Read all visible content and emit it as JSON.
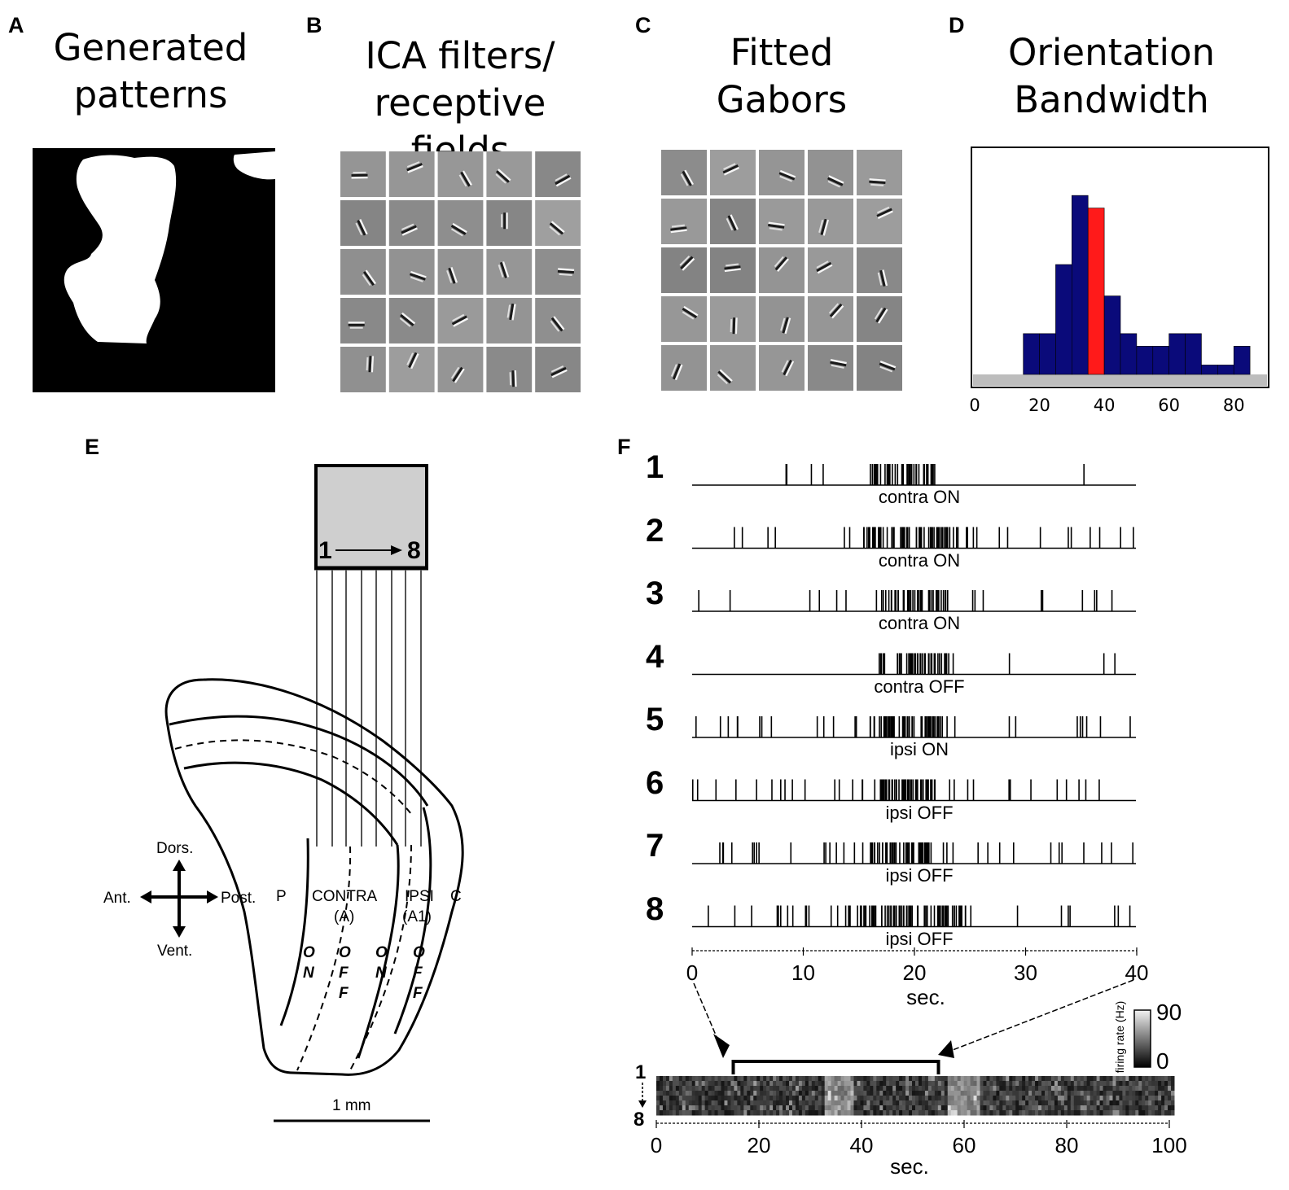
{
  "panels": {
    "A": {
      "label": "A",
      "title_lines": [
        "Generated",
        "patterns"
      ]
    },
    "B": {
      "label": "B",
      "title_lines": [
        "ICA filters/",
        "receptive fields"
      ]
    },
    "C": {
      "label": "C",
      "title_lines": [
        "Fitted",
        "Gabors"
      ]
    },
    "D": {
      "label": "D",
      "title_lines": [
        "Orientation",
        "Bandwidth"
      ]
    },
    "E": {
      "label": "E"
    },
    "F": {
      "label": "F"
    }
  },
  "chart_data": {
    "type": "bar",
    "bins_x": [
      17.5,
      22.5,
      27.5,
      32.5,
      37.5,
      42.5,
      47.5,
      52.5,
      57.5,
      62.5,
      67.5,
      72.5,
      77.5,
      82.5
    ],
    "values": [
      6.5,
      6.5,
      17.5,
      28.5,
      26.5,
      12.5,
      6.5,
      4.5,
      4.5,
      6.5,
      6.5,
      1.5,
      1.5,
      4.5
    ],
    "highlight_index": 4,
    "x_ticks": [
      "0",
      "20",
      "40",
      "60",
      "80"
    ],
    "xlim": [
      0,
      90
    ],
    "ylim": [
      0,
      35
    ],
    "colors": {
      "bars": "#0a0a7a",
      "highlight": "#ff1a1a"
    }
  },
  "diagram_E": {
    "electrode_range": {
      "from": "1",
      "to": "8"
    },
    "axes": {
      "dorsal": "Dors.",
      "ventral": "Vent.",
      "anterior": "Ant.",
      "posterior": "Post."
    },
    "layers": {
      "P": "P",
      "contra": "CONTRA",
      "contra_sub": "(A)",
      "ipsi": "IPSI",
      "ipsi_sub": "(A1)",
      "C": "C"
    },
    "sublayers": [
      {
        "letters": [
          "O",
          "N"
        ]
      },
      {
        "letters": [
          "O",
          "F",
          "F"
        ]
      },
      {
        "letters": [
          "O",
          "N"
        ]
      },
      {
        "letters": [
          "O",
          "F",
          "F"
        ]
      }
    ],
    "scale_bar": "1 mm"
  },
  "traces_F": [
    {
      "num": "1",
      "label": "contra ON"
    },
    {
      "num": "2",
      "label": "contra ON"
    },
    {
      "num": "3",
      "label": "contra ON"
    },
    {
      "num": "4",
      "label": "contra OFF"
    },
    {
      "num": "5",
      "label": "ipsi ON"
    },
    {
      "num": "6",
      "label": "ipsi OFF"
    },
    {
      "num": "7",
      "label": "ipsi OFF"
    },
    {
      "num": "8",
      "label": "ipsi OFF"
    }
  ],
  "raster_axis": {
    "ticks": [
      "0",
      "10",
      "20",
      "30",
      "40"
    ],
    "label": "sec.",
    "xlim": [
      0,
      40
    ]
  },
  "heatmap": {
    "ticks": [
      "0",
      "20",
      "40",
      "60",
      "80",
      "100"
    ],
    "label": "sec.",
    "xlim": [
      0,
      100
    ],
    "window": [
      15,
      55
    ],
    "row_top": "1",
    "row_bottom": "8",
    "colorbar_label": "firing rate (Hz)",
    "colorbar_max": "90",
    "colorbar_min": "0"
  }
}
